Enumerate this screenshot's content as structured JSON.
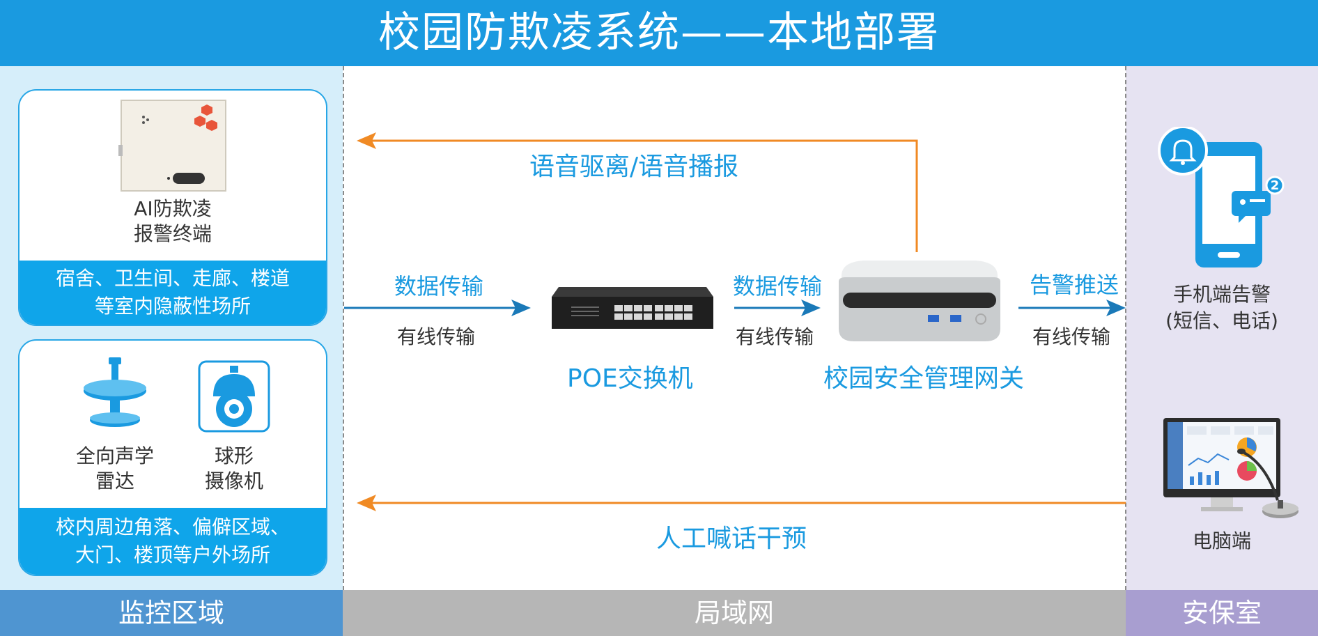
{
  "title": "校园防欺凌系统——本地部署",
  "zones": {
    "left": "监控区域",
    "middle": "局域网",
    "right": "安保室"
  },
  "card1": {
    "device_label_line1": "AI防欺凌",
    "device_label_line2": "报警终端",
    "band_line1": "宿舍、卫生间、走廊、楼道",
    "band_line2": "等室内隐蔽性场所"
  },
  "card2": {
    "radar_line1": "全向声学",
    "radar_line2": "雷达",
    "camera_line1": "球形",
    "camera_line2": "摄像机",
    "band_line1": "校内周边角落、偏僻区域、",
    "band_line2": "大门、楼顶等户外场所"
  },
  "flow": {
    "top_feedback": "语音驱离/语音播报",
    "data_transfer_1": "数据传输",
    "wired_1": "有线传输",
    "switch_label": "POE交换机",
    "data_transfer_2": "数据传输",
    "wired_2": "有线传输",
    "gateway_label": "校园安全管理网关",
    "alarm_push": "告警推送",
    "wired_3": "有线传输",
    "bottom_feedback": "人工喊话干预"
  },
  "right": {
    "phone_line1": "手机端告警",
    "phone_line2": "(短信、电话)",
    "pc_label": "电脑端",
    "badge_count": "2"
  },
  "colors": {
    "primary_blue": "#1a9ae0",
    "arrow_orange": "#f08a24",
    "arrow_blue": "#1a79b8"
  },
  "icons": [
    "terminal-device-icon",
    "acoustic-radar-icon",
    "dome-camera-icon",
    "poe-switch-icon",
    "gateway-box-icon",
    "phone-alert-icon",
    "bell-icon",
    "message-icon",
    "computer-monitor-icon",
    "microphone-icon"
  ]
}
